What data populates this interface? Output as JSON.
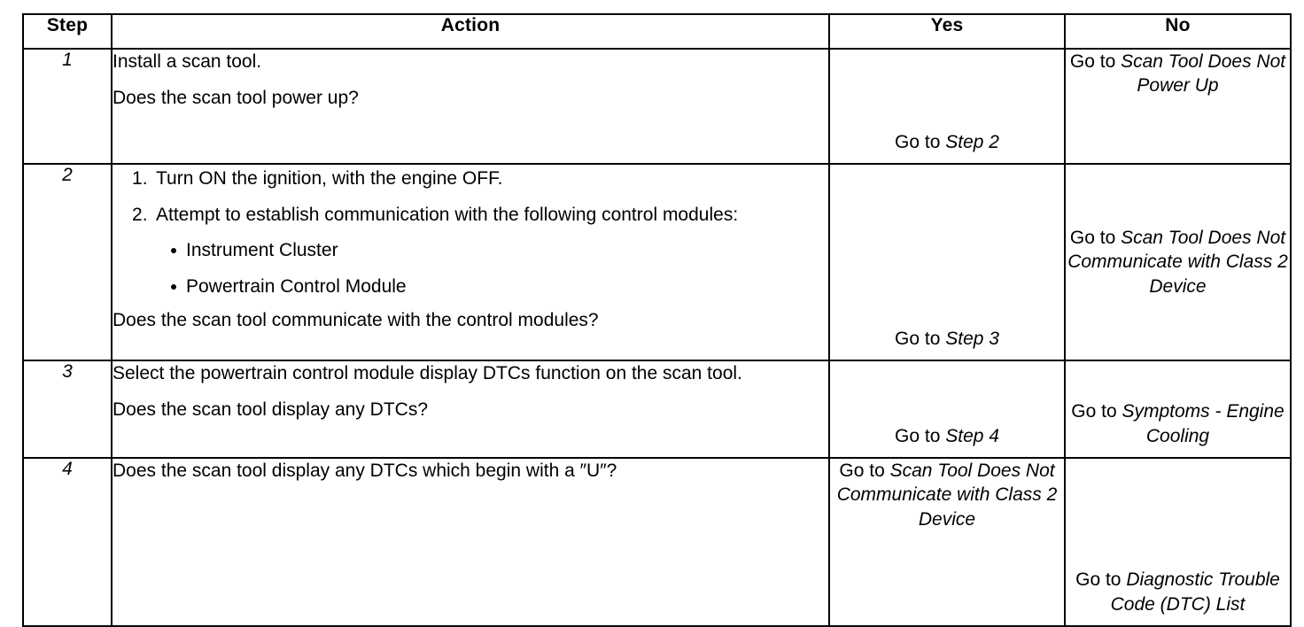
{
  "table": {
    "headers": [
      "Step",
      "Action",
      "Yes",
      "No"
    ],
    "rows": [
      {
        "step": "1",
        "action": {
          "lines": [
            "Install a scan tool.",
            "Does the scan tool power up?"
          ]
        },
        "yes": {
          "goto": "Go to ",
          "dest": "Step 2"
        },
        "no": {
          "goto": "Go to ",
          "dest": "Scan Tool Does Not Power Up"
        }
      },
      {
        "step": "2",
        "action": {
          "numbered": [
            "Turn ON the ignition, with the engine OFF.",
            "Attempt to establish communication with the following control modules:"
          ],
          "bullets": [
            "Instrument Cluster",
            "Powertrain Control Module"
          ],
          "question": "Does the scan tool communicate with the control modules?"
        },
        "yes": {
          "goto": "Go to ",
          "dest": "Step 3"
        },
        "no": {
          "goto": "Go to ",
          "dest": "Scan Tool Does Not Communicate with Class 2 Device"
        }
      },
      {
        "step": "3",
        "action": {
          "lines": [
            "Select the powertrain control module display DTCs function on the scan tool.",
            "Does the scan tool display any DTCs?"
          ]
        },
        "yes": {
          "goto": "Go to ",
          "dest": "Step 4"
        },
        "no": {
          "goto": "Go to ",
          "dest": "Symptoms - Engine Cooling"
        }
      },
      {
        "step": "4",
        "action": {
          "lines": [
            "Does the scan tool display any DTCs which begin with a ″U″?"
          ]
        },
        "yes": {
          "goto": "Go to ",
          "dest": "Scan Tool Does Not Communicate with Class 2 Device"
        },
        "no": {
          "goto": "Go to ",
          "dest": "Diagnostic Trouble Code (DTC) List"
        }
      }
    ]
  },
  "colors": {
    "border": "#000000",
    "text": "#000000",
    "background": "#ffffff"
  }
}
